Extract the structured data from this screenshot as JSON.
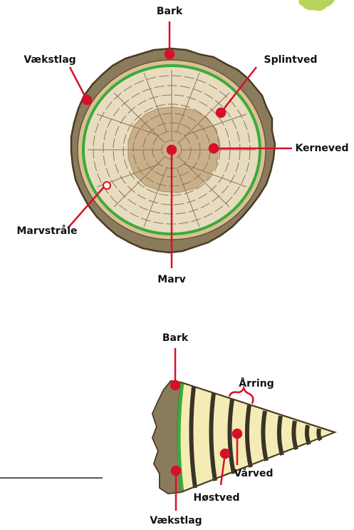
{
  "cross_section": {
    "labels": {
      "bark": "Bark",
      "vaekstlag": "Vækstlag",
      "splintved": "Splintved",
      "kerneved": "Kerneved",
      "marvstraale": "Marvstråle",
      "marv": "Marv"
    }
  },
  "wedge": {
    "labels": {
      "bark": "Bark",
      "aarring": "Årring",
      "vaarved": "Vårved",
      "hoestved": "Høstved",
      "vaekstlag": "Vækstlag"
    }
  },
  "colors": {
    "bark": "#8b7b5d",
    "bark_dark": "#4a3b22",
    "cambium": "#3daa3a",
    "sapwood": "#e8dcc0",
    "heartwood": "#c9b08a",
    "leader": "#d7102a",
    "wedge_light": "#f5ecb5",
    "wedge_ring": "#3a3328",
    "leaf": "#b7d45a"
  }
}
